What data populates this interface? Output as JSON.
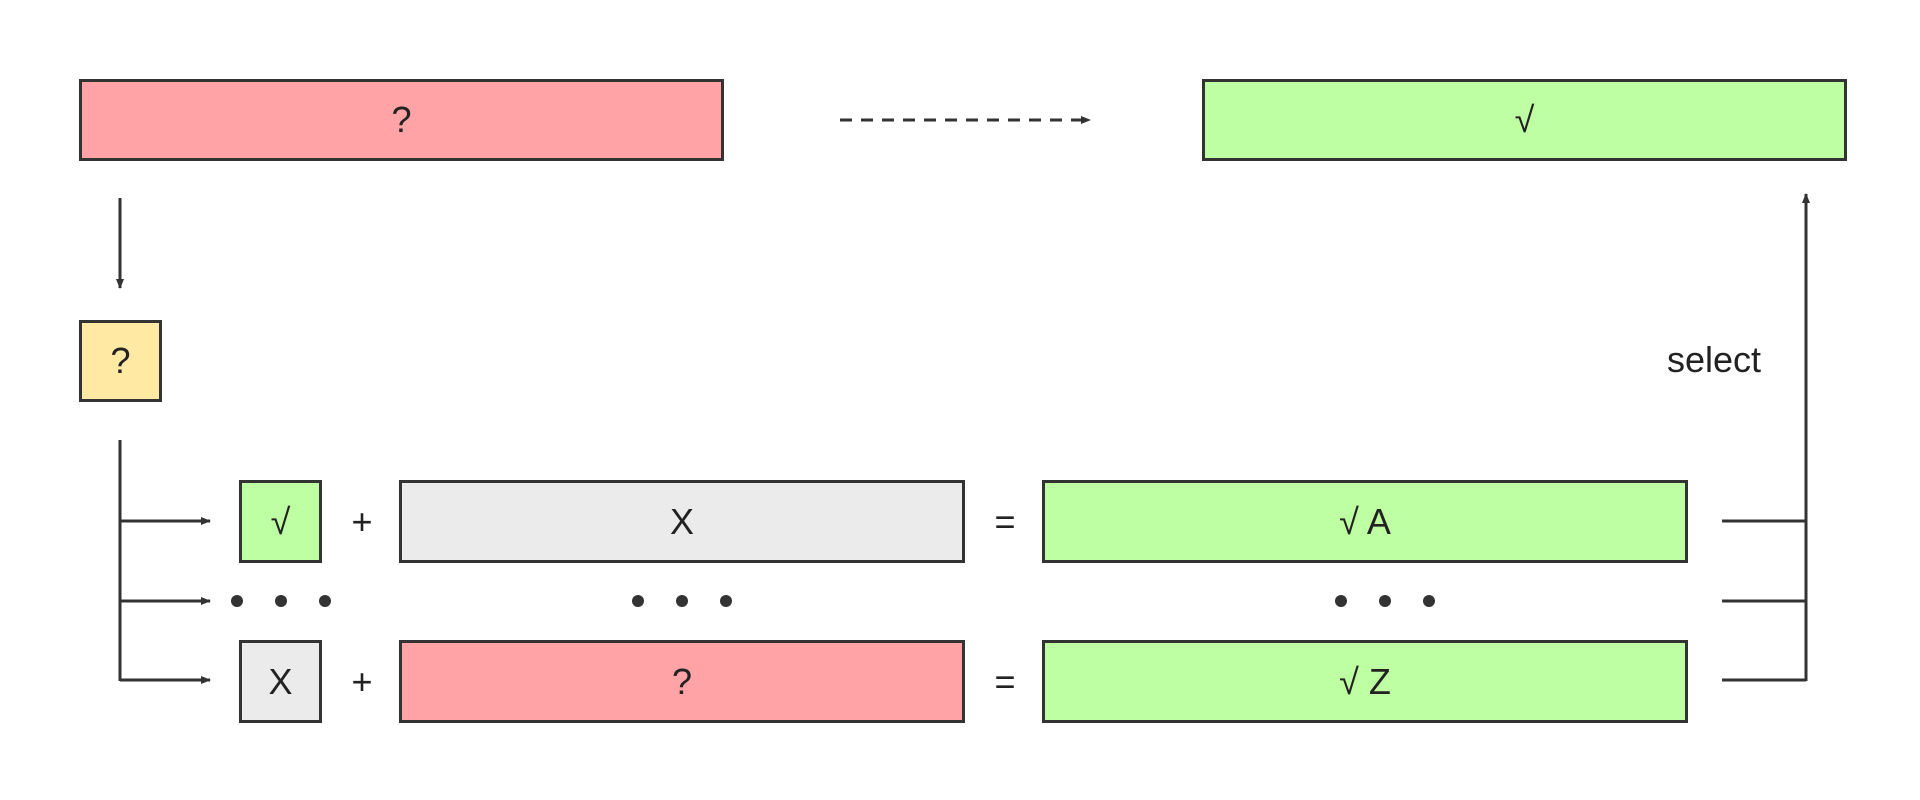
{
  "colors": {
    "unknown": "#ffa3a6",
    "correct": "#bfffa3",
    "query": "#ffe9a3",
    "neutral": "#ebebeb",
    "stroke": "#333333"
  },
  "top": {
    "input_symbol": "?",
    "output_symbol": "√"
  },
  "query_symbol": "?",
  "rows": [
    {
      "left": "√",
      "op": "+",
      "middle": "X",
      "eq": "=",
      "result": "√ A"
    },
    {
      "left": "X",
      "op": "+",
      "middle": "?",
      "eq": "=",
      "result": "√ Z"
    }
  ],
  "select_label": "select",
  "icons": {
    "ellipsis": "ellipsis-icon"
  }
}
